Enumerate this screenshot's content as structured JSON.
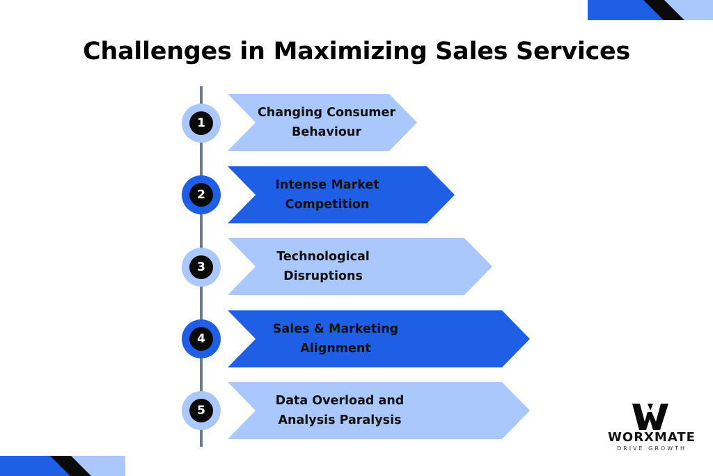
{
  "title": "Challenges in Maximizing Sales Services",
  "colors": {
    "light_blue": "#aac8fb",
    "dark_blue": "#1f5fe6",
    "black": "#0a0a0a",
    "line": "#6b7b8c"
  },
  "steps": [
    {
      "number": "1",
      "line1": "Changing Consumer",
      "line2": "Behaviour",
      "style": "light"
    },
    {
      "number": "2",
      "line1": "Intense Market",
      "line2": "Competition",
      "style": "dark"
    },
    {
      "number": "3",
      "line1": "Technological",
      "line2": "Disruptions",
      "style": "light"
    },
    {
      "number": "4",
      "line1": "Sales & Marketing",
      "line2": "Alignment",
      "style": "dark"
    },
    {
      "number": "5",
      "line1": "Data Overload and",
      "line2": "Analysis Paralysis",
      "style": "light"
    }
  ],
  "logo": {
    "word": "WORXMATE",
    "tagline": "DRIVE GROWTH"
  }
}
